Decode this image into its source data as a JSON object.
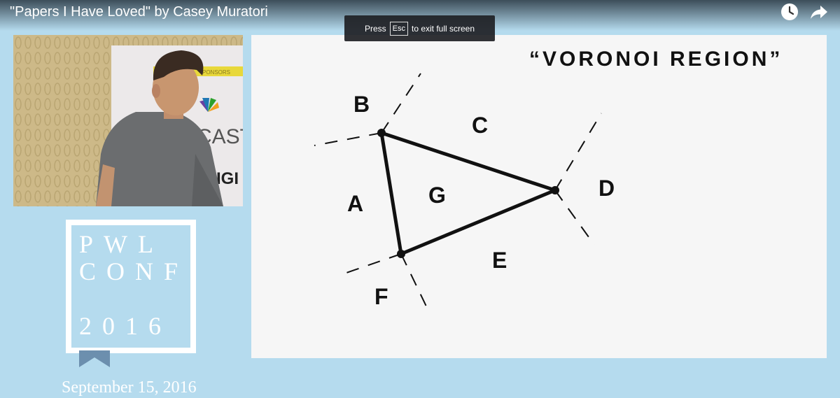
{
  "video": {
    "title": "\"Papers I Have Loved\" by Casey Muratori"
  },
  "toolbar": {
    "watch_later_icon": "clock-icon",
    "share_icon": "share-arrow-icon"
  },
  "fullscreen_toast": {
    "press": "Press",
    "key": "Esc",
    "suffix": "to exit full screen"
  },
  "speaker_video": {
    "banner": "PONSORS",
    "sign_text_1": "CAST",
    "sign_text_2": "IGI"
  },
  "slide": {
    "title": "“VORONOI REGION”",
    "labels": {
      "a": "A",
      "b": "B",
      "c": "C",
      "d": "D",
      "e": "E",
      "f": "F",
      "g": "G"
    }
  },
  "conference": {
    "line1": "PWL",
    "line2": "CONF",
    "year": "2016",
    "date": "September 15, 2016"
  }
}
